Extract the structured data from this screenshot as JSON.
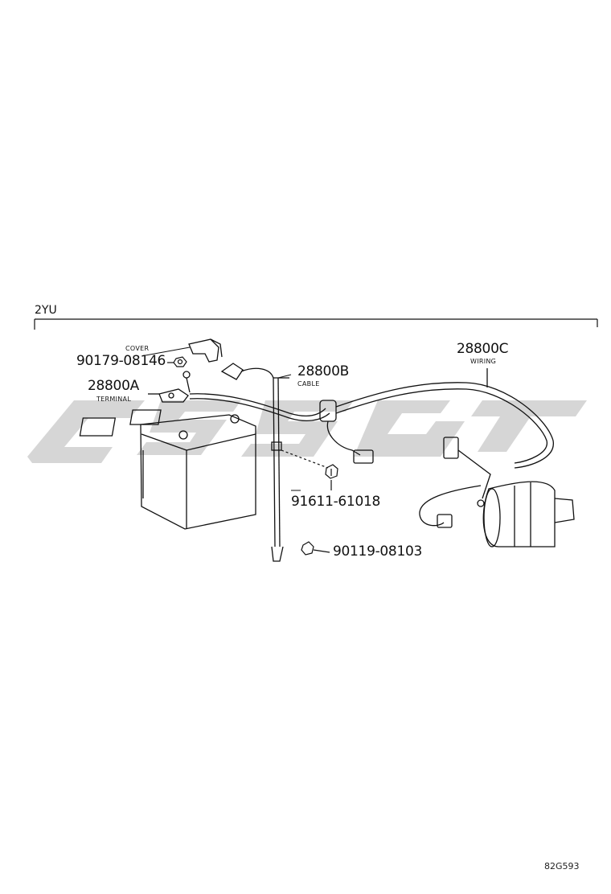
{
  "diagram": {
    "model": "2YU",
    "drawing_code": "82G593",
    "watermark_color": "#c9c9c9",
    "line_color": "#111111"
  },
  "parts": [
    {
      "number": "90179-08146",
      "name": ""
    },
    {
      "number": "28800A",
      "name": "TERMINAL"
    },
    {
      "number": "",
      "name": "COVER"
    },
    {
      "number": "28800B",
      "name": "CABLE"
    },
    {
      "number": "28800C",
      "name": "WIRING"
    },
    {
      "number": "91611-61018",
      "name": ""
    },
    {
      "number": "90119-08103",
      "name": ""
    }
  ]
}
